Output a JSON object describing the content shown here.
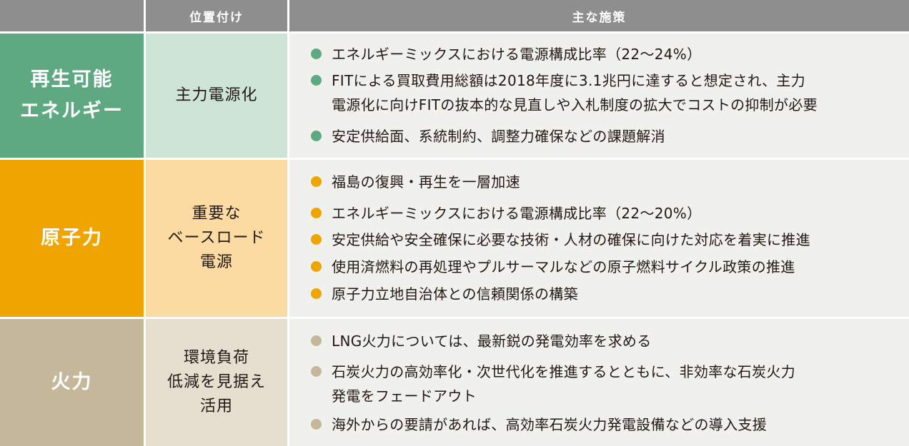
{
  "header": {
    "positioning": "位置付け",
    "measures": "主な施策"
  },
  "colors": {
    "header_bg": "#8f8e8e",
    "renewable_dark": "#5ea982",
    "renewable_light": "#cde4d6",
    "nuclear_dark": "#f0a400",
    "nuclear_light": "#fbdba2",
    "thermal_dark": "#c4b79a",
    "thermal_light": "#e5dfd0",
    "measures_bg": "#f0f0ec"
  },
  "rows": [
    {
      "category": [
        "再生可能",
        "エネルギー"
      ],
      "positioning": [
        "主力電源化"
      ],
      "bullet_color": "#5ea982",
      "items": [
        [
          "エネルギーミックスにおける電源構成比率（22～24%）"
        ],
        [
          "FITによる買取費用総額は2018年度に3.1兆円に達すると想定され、主力",
          "電源化に向けFITの抜本的な見直しや入札制度の拡大でコストの抑制が必要"
        ],
        [
          "安定供給面、系統制約、調整力確保などの課題解消"
        ]
      ]
    },
    {
      "category": [
        "原子力"
      ],
      "positioning": [
        "重要な",
        "ベースロード",
        "電源"
      ],
      "bullet_color": "#f0a400",
      "items": [
        [
          "福島の復興・再生を一層加速"
        ],
        [
          "エネルギーミックスにおける電源構成比率（22～20%）"
        ],
        [
          "安定供給や安全確保に必要な技術・人材の確保に向けた対応を着実に推進"
        ],
        [
          "使用済燃料の再処理やプルサーマルなどの原子燃料サイクル政策の推進"
        ],
        [
          "原子力立地自治体との信頼関係の構築"
        ]
      ]
    },
    {
      "category": [
        "火力"
      ],
      "positioning": [
        "環境負荷",
        "低減を見据え",
        "活用"
      ],
      "bullet_color": "#c4b79a",
      "items": [
        [
          "LNG火力については、最新鋭の発電効率を求める"
        ],
        [
          "石炭火力の高効率化・次世代化を推進するとともに、非効率な石炭火力",
          "発電をフェードアウト"
        ],
        [
          "海外からの要請があれば、高効率石炭火力発電設備などの導入支援"
        ]
      ]
    }
  ]
}
